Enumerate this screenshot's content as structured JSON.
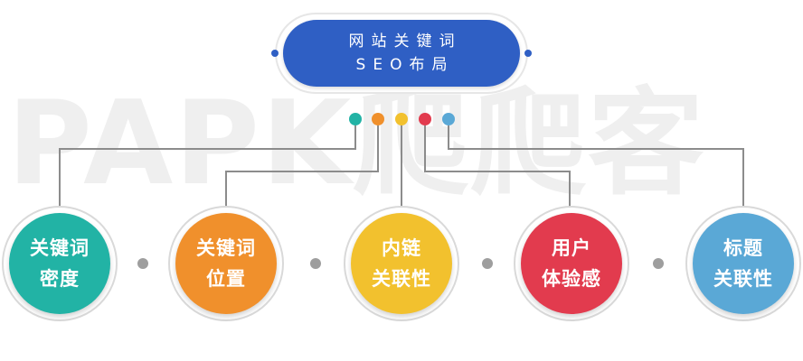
{
  "watermark": "PAPK爬爬客",
  "title": {
    "line1": "网站关键词",
    "line2": "SEO布局",
    "color": "#2f5fc4"
  },
  "connector_colors": [
    "#22b3a5",
    "#f0902c",
    "#f2c12e",
    "#e23b4e",
    "#5aa8d6"
  ],
  "nodes": [
    {
      "line1": "关键词",
      "line2": "密度",
      "color": "#22b3a5"
    },
    {
      "line1": "关键词",
      "line2": "位置",
      "color": "#f0902c"
    },
    {
      "line1": "内链",
      "line2": "关联性",
      "color": "#f2c12e"
    },
    {
      "line1": "用户",
      "line2": "体验感",
      "color": "#e23b4e"
    },
    {
      "line1": "标题",
      "line2": "关联性",
      "color": "#5aa8d6"
    }
  ],
  "separator_color": "#9e9e9e",
  "line_color": "#8c8c8c"
}
